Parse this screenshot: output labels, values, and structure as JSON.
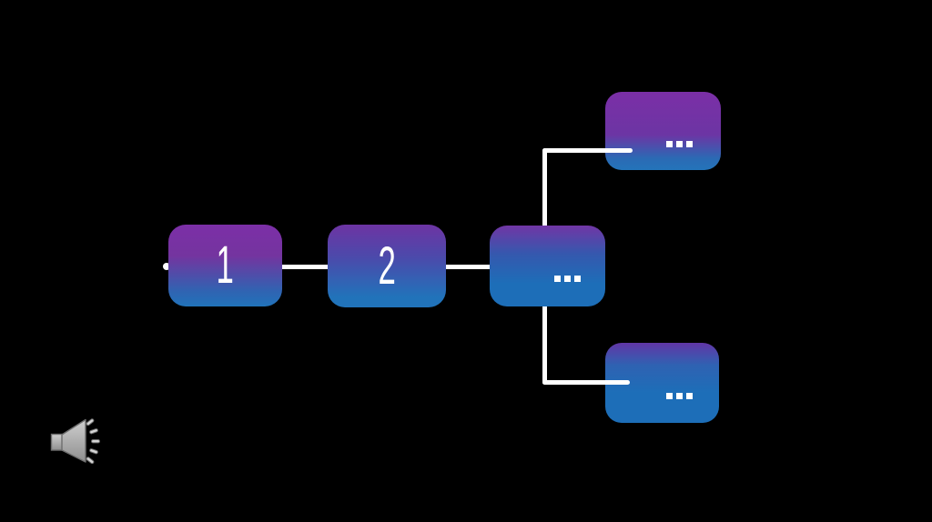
{
  "slide": {
    "background_color": "#000000",
    "diagram": {
      "type": "linked-list-flow",
      "connector_color": "#ffffff",
      "node_text_color": "#ffffff",
      "node_gradient": {
        "top_purple": "#7b2fa6",
        "bottom_blue": "#1d6eb8"
      },
      "nodes": [
        {
          "id": "node-1",
          "label": "1"
        },
        {
          "id": "node-2",
          "label": "2"
        },
        {
          "id": "node-3",
          "label": "..."
        },
        {
          "id": "node-next-top",
          "label": "..."
        },
        {
          "id": "node-next-bottom",
          "label": "..."
        }
      ],
      "connections": [
        "node-1 - node-2",
        "node-2 - node-3",
        "node-3 - node-next-top",
        "node-3 - node-next-bottom"
      ]
    },
    "media": {
      "audio_icon": "speaker-icon",
      "icon_color": "#a9a9a9"
    }
  }
}
